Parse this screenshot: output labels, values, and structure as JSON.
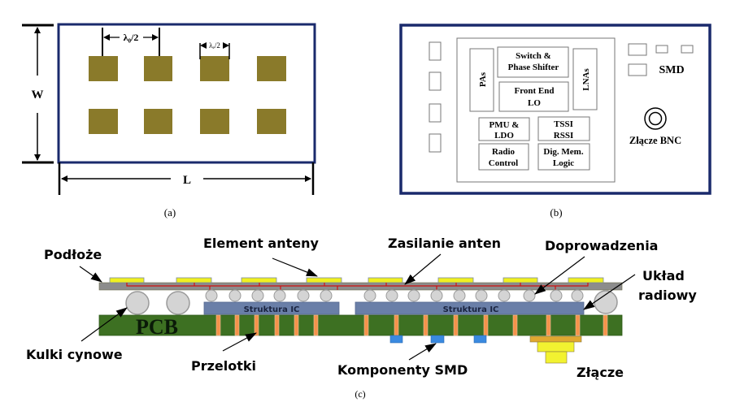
{
  "panel_a": {
    "caption": "(a)",
    "width_label": "W",
    "length_label": "L",
    "spacing_label_1": "λ₀/2",
    "spacing_label_2": "λₑ/2",
    "rows": 2,
    "cols": 4,
    "colors": {
      "border": "#1a2a6c",
      "patch": "#8a7a2a"
    }
  },
  "panel_b": {
    "caption": "(b)",
    "blocks": {
      "pas": "PAs",
      "switch_line1": "Switch &",
      "switch_line2": "Phase Shifter",
      "lnas": "LNAs",
      "frontend_line1": "Front End",
      "frontend_line2": "LO",
      "pmu_line1": "PMU &",
      "pmu_line2": "LDO",
      "tssi_line1": "TSSI",
      "tssi_line2": "RSSI",
      "radio_line1": "Radio",
      "radio_line2": "Control",
      "dig_line1": "Dig. Mem.",
      "dig_line2": "Logic"
    },
    "smd_label": "SMD",
    "bnc_label": "Złącze BNC",
    "colors": {
      "border": "#1a2a6c"
    }
  },
  "panel_c": {
    "caption": "(c)",
    "labels": {
      "substrate": "Podłoże",
      "antenna_element": "Element anteny",
      "antenna_feed": "Zasilanie anten",
      "leads": "Doprowadzenia",
      "radio_circuit_line1": "Układ",
      "radio_circuit_line2": "radiowy",
      "solder_balls": "Kulki cynowe",
      "vias": "Przelotki",
      "smd_components": "Komponenty SMD",
      "connector": "Złącze",
      "pcb": "PCB",
      "ic_structure_1": "Struktura IC",
      "ic_structure_2": "Struktura IC"
    },
    "colors": {
      "substrate": "#8c8c8c",
      "patch": "#f0f020",
      "feed": "#d01010",
      "ball": "#d4d4d4",
      "ic": "#6a7fa8",
      "pcb": "#3d7022",
      "via": "#f5934a",
      "smd": "#3a8ae0",
      "connector_top": "#e0a830",
      "connector_body": "#f2f230"
    }
  }
}
